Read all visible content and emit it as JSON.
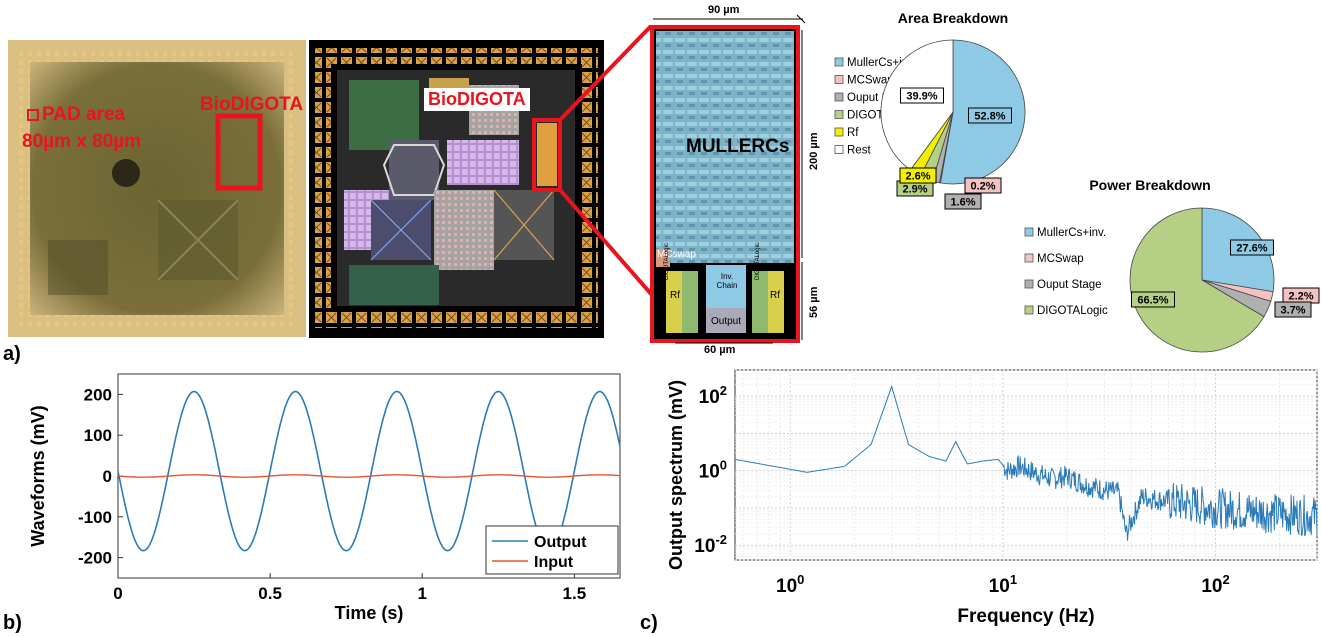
{
  "panel_labels": {
    "a": "a)",
    "b": "b)",
    "c": "c)"
  },
  "photo": {
    "pad_area_line1": "PAD area",
    "pad_area_line2": "80µm x 80µm",
    "block_label": "BioDIGOTA"
  },
  "layout_image": {
    "block_label": "BioDIGOTA"
  },
  "zoom": {
    "width_top": "90 µm",
    "width_bottom": "60 µm",
    "height_upper": "200 µm",
    "height_lower": "56 µm",
    "core_label": "MULLERCs",
    "mcswap_label": "MCswap",
    "rf_left": "Rf",
    "rf_right": "Rf",
    "digota_logic_left": "DIGOTALogic",
    "digota_logic_right": "DIGOTALogic",
    "inv_chain_line1": "Inv.",
    "inv_chain_line2": "Chain",
    "output_label": "Output"
  },
  "colors": {
    "red_accent": "#e8141e",
    "muller": "#8ecae6",
    "mcswap": "#f4c2c2",
    "output_stage": "#b0b0b0",
    "digota_logic": "#b5cf85",
    "rf": "#f2f000",
    "rest": "#ffffff",
    "output_trace": "#2b7bb9",
    "input_trace": "#e4572e"
  },
  "chart_data": [
    {
      "type": "pie",
      "title": "Area Breakdown",
      "legend": [
        "MullerCs+inv.",
        "MCSwap",
        "Ouput Stage",
        "DIGOTALogic",
        "Rf",
        "Rest"
      ],
      "values": [
        52.8,
        0.2,
        1.6,
        2.9,
        2.6,
        39.9
      ],
      "labels": [
        "52.8%",
        "0.2%",
        "1.6%",
        "2.9%",
        "2.6%",
        "39.9%"
      ],
      "legend_position": "left"
    },
    {
      "type": "pie",
      "title": "Power Breakdown",
      "legend": [
        "MullerCs+inv.",
        "MCSwap",
        "Ouput Stage",
        "DIGOTALogic"
      ],
      "values": [
        27.6,
        2.2,
        3.7,
        66.5
      ],
      "labels": [
        "27.6%",
        "2.2%",
        "3.7%",
        "66.5%"
      ],
      "legend_position": "left"
    },
    {
      "type": "line",
      "xlabel": "Time (s)",
      "ylabel": "Waveforms (mV)",
      "xlim": [
        0,
        1.65
      ],
      "ylim": [
        -250,
        250
      ],
      "xticks": [
        "0",
        "0.5",
        "1",
        "1.5"
      ],
      "yticks": [
        "200",
        "100",
        "0",
        "-100",
        "-200"
      ],
      "series": [
        {
          "name": "Output",
          "amplitude": 195,
          "offset": 12,
          "frequency_hz": 3,
          "peak_time_s": 0.25
        },
        {
          "name": "Input",
          "amplitude": 3,
          "offset": 0,
          "frequency_hz": 3
        }
      ],
      "legend_position": "bottom-right",
      "grid": false
    },
    {
      "type": "line",
      "scale": "log-log",
      "xlabel": "Frequency (Hz)",
      "ylabel": "Output spectrum (mV)",
      "xlim": [
        0.55,
        300
      ],
      "ylim": [
        0.004,
        500
      ],
      "xticks": [
        "10^0",
        "10^1",
        "10^2"
      ],
      "yticks": [
        "10^2",
        "10^0",
        "10^-2"
      ],
      "peaks": [
        {
          "x": 3,
          "y": 180
        },
        {
          "x": 6,
          "y": 6
        }
      ],
      "points": [
        [
          0.55,
          2.0
        ],
        [
          1.2,
          0.9
        ],
        [
          1.8,
          1.3
        ],
        [
          2.4,
          5
        ],
        [
          3,
          180
        ],
        [
          3.6,
          5
        ],
        [
          4.5,
          2.4
        ],
        [
          5.4,
          1.8
        ],
        [
          6,
          6
        ],
        [
          6.8,
          1.5
        ],
        [
          8,
          1.8
        ],
        [
          9.5,
          2
        ],
        [
          10.5,
          1.0
        ],
        [
          12,
          1.3
        ],
        [
          14,
          0.9
        ],
        [
          17,
          0.6
        ],
        [
          20,
          0.7
        ],
        [
          25,
          0.4
        ],
        [
          30,
          0.3
        ],
        [
          35,
          0.25
        ],
        [
          38,
          0.02
        ],
        [
          45,
          0.2
        ],
        [
          60,
          0.15
        ],
        [
          80,
          0.12
        ],
        [
          100,
          0.1
        ],
        [
          150,
          0.08
        ],
        [
          200,
          0.07
        ],
        [
          300,
          0.06
        ]
      ],
      "grid": true
    }
  ]
}
